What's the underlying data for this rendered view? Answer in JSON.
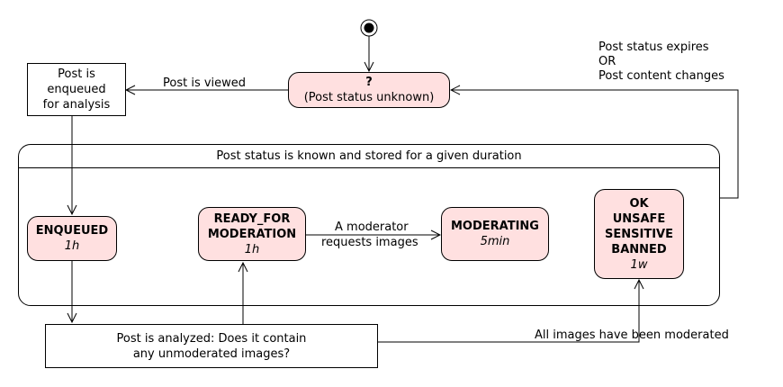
{
  "unknown_state": {
    "title": "?",
    "subtitle": "(Post status unknown)"
  },
  "enqueue_box": {
    "lines": [
      "Post is",
      "enqueued",
      "for analysis"
    ]
  },
  "container": {
    "title": "Post status is known and stored for a given duration"
  },
  "states": {
    "enqueued": {
      "name": "ENQUEUED",
      "duration": "1h"
    },
    "ready_for_moderation": {
      "name_line1": "READY_FOR",
      "name_line2": "MODERATION",
      "duration": "1h"
    },
    "moderating": {
      "name": "MODERATING",
      "duration": "5min"
    },
    "final": {
      "lines": [
        "OK",
        "UNSAFE",
        "SENSITIVE",
        "BANNED"
      ],
      "duration": "1w"
    }
  },
  "analysis_box": {
    "line1": "Post is analyzed: Does it contain",
    "line2": "any unmoderated images?"
  },
  "transitions": {
    "viewed": "Post is viewed",
    "expires_line1": "Post status expires",
    "expires_line2": "OR",
    "expires_line3": "Post content changes",
    "moderator_line1": "A moderator",
    "moderator_line2": "requests images",
    "all_moderated": "All images have been moderated"
  }
}
